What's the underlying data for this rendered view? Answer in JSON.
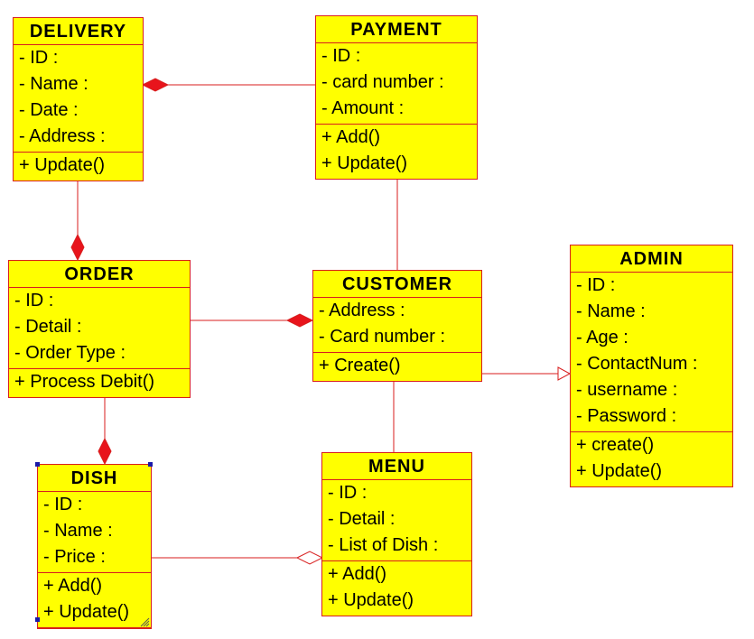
{
  "colors": {
    "box_fill": "#ffff00",
    "line": "#d81e1e",
    "handle": "#1a1aa8"
  },
  "classes": {
    "delivery": {
      "name": "DELIVERY",
      "attributes": [
        "- ID :",
        "- Name :",
        "- Date :",
        "- Address :"
      ],
      "methods": [
        "+ Update()"
      ]
    },
    "payment": {
      "name": "PAYMENT",
      "attributes": [
        "- ID :",
        "- card number :",
        "- Amount :"
      ],
      "methods": [
        "+ Add()",
        "+ Update()"
      ]
    },
    "order": {
      "name": "ORDER",
      "attributes": [
        "- ID :",
        "- Detail :",
        "- Order Type :"
      ],
      "methods": [
        "+ Process Debit()"
      ]
    },
    "customer": {
      "name": "CUSTOMER",
      "attributes": [
        "- Address :",
        "- Card number :"
      ],
      "methods": [
        "+ Create()"
      ]
    },
    "admin": {
      "name": "ADMIN",
      "attributes": [
        "- ID :",
        "- Name :",
        "- Age :",
        "- ContactNum :",
        "- username :",
        "- Password :"
      ],
      "methods": [
        "+ create()",
        "+ Update()"
      ]
    },
    "dish": {
      "name": "DISH",
      "attributes": [
        "- ID :",
        "- Name :",
        "- Price :"
      ],
      "methods": [
        "+ Add()",
        "+ Update()"
      ]
    },
    "menu": {
      "name": "MENU",
      "attributes": [
        "- ID :",
        "- Detail :",
        "- List of Dish :"
      ],
      "methods": [
        "+ Add()",
        "+ Update()"
      ]
    }
  },
  "relationships": [
    {
      "from": "payment",
      "to": "delivery",
      "type": "composition"
    },
    {
      "from": "delivery",
      "to": "order",
      "type": "composition"
    },
    {
      "from": "order",
      "to": "customer",
      "type": "composition"
    },
    {
      "from": "order",
      "to": "dish",
      "type": "composition"
    },
    {
      "from": "payment",
      "to": "customer",
      "type": "association"
    },
    {
      "from": "customer",
      "to": "menu",
      "type": "association"
    },
    {
      "from": "customer",
      "to": "admin",
      "type": "generalization"
    },
    {
      "from": "dish",
      "to": "menu",
      "type": "aggregation"
    }
  ]
}
